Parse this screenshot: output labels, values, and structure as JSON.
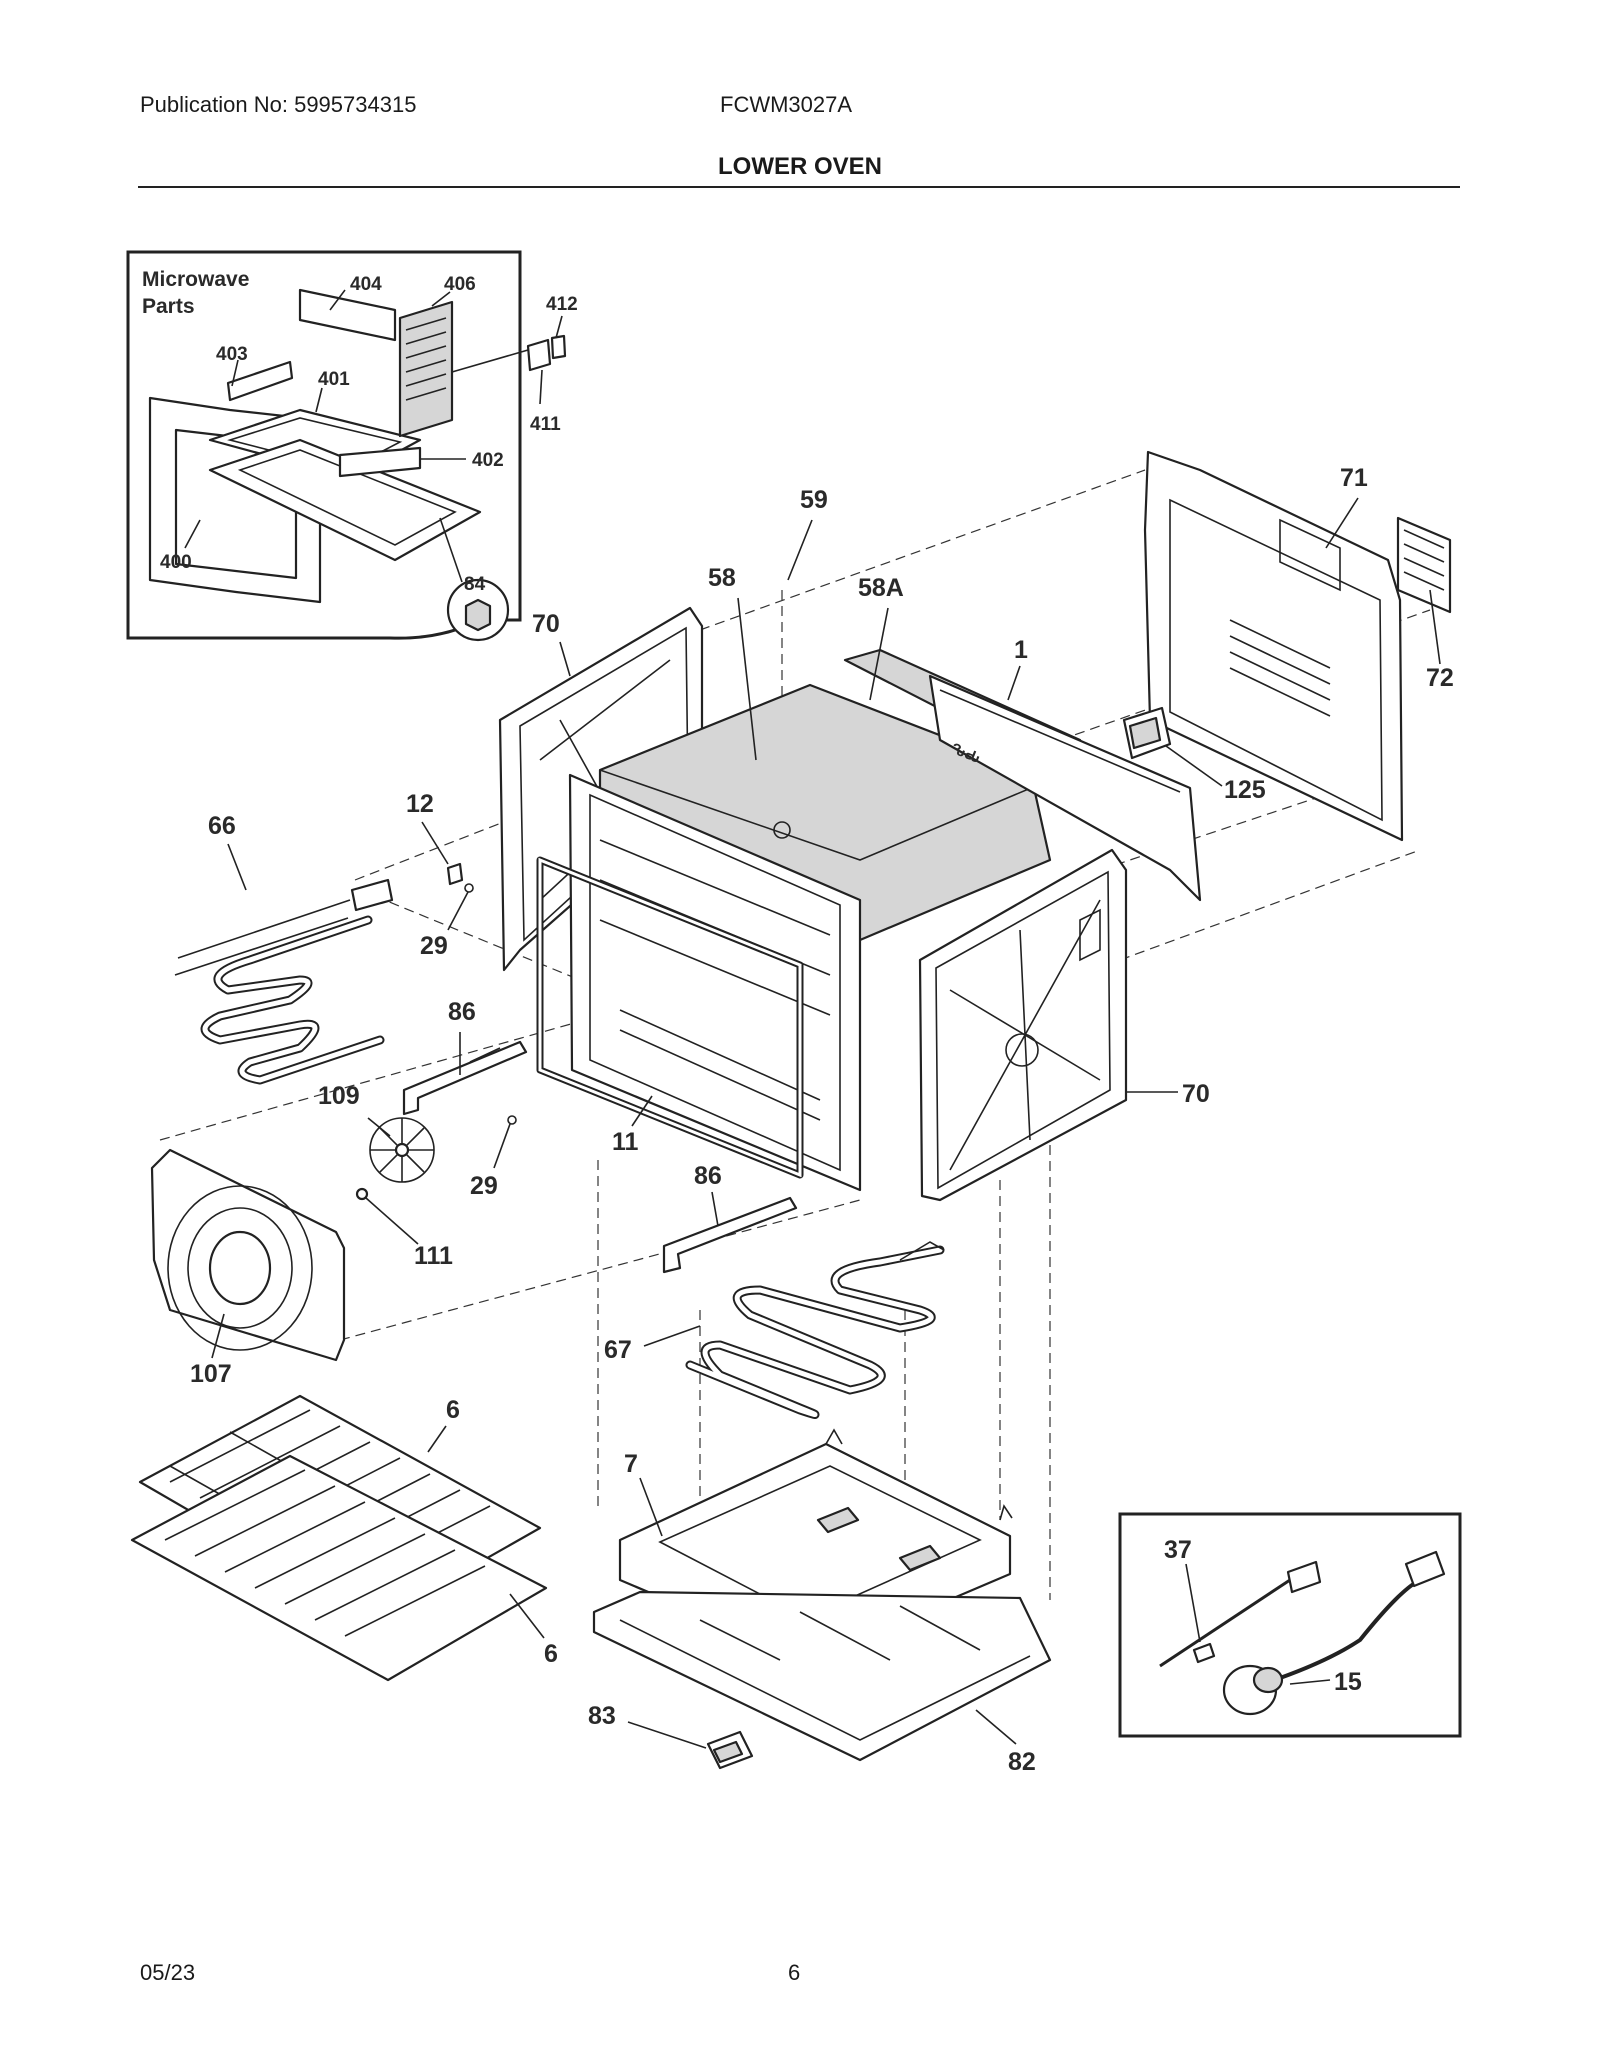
{
  "header": {
    "publication": "Publication No: 5995734315",
    "model": "FCWM3027A",
    "title": "LOWER OVEN"
  },
  "footer": {
    "date": "05/23",
    "page": "6"
  },
  "inset_microwave": {
    "title_line1": "Microwave",
    "title_line2": "Parts",
    "labels": [
      "404",
      "406",
      "412",
      "403",
      "401",
      "411",
      "402",
      "400",
      "84"
    ]
  },
  "inset_sensors": {
    "labels": [
      "37",
      "15"
    ]
  },
  "callouts": [
    "59",
    "58",
    "58A",
    "71",
    "72",
    "70",
    "1",
    "125",
    "66",
    "12",
    "29",
    "86",
    "109",
    "70",
    "11",
    "29",
    "86",
    "111",
    "107",
    "67",
    "6",
    "7",
    "6",
    "83",
    "82"
  ]
}
